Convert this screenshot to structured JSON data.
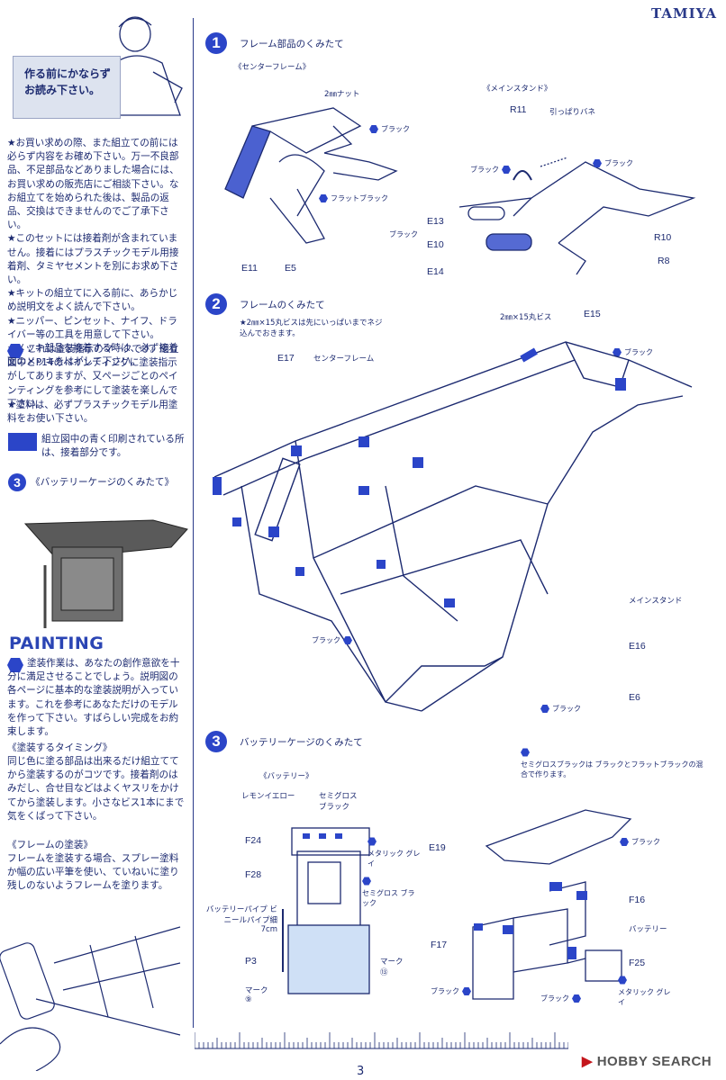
{
  "brand": "TAMIYA",
  "page_number": "3",
  "sidebar": {
    "notice_title": "作る前にかならずお読み下さい。",
    "notices": [
      "★お買い求めの際、また組立ての前には必らず内容をお確め下さい。万一不良部品、不足部品などありました場合には、お買い求めの販売店にご相談下さい。なお組立てを始められた後は、製品の返品、交換はできませんのでご了承下さい。",
      "★このセットには接着剤が含まれていません。接着にはプラスチックモデル用接着剤、タミヤセメントを別にお求め下さい。",
      "★キットの組立てに入る前に、あらかじめ説明文をよく読んで下さい。",
      "★ニッパー、ピンセット、ナイフ、ドライバー等の工具を用意して下さい。",
      "★メッキ部品を接着する時は、必ず接着面のメッキをはがして下さい。"
    ],
    "paint_mark_note": "これは塗装指示のマークです。組立図中とP14のペインティングに塗装指示がしてありますが、又ページごとのペインティングを参考にして塗装を楽しんで下さい。",
    "paint_note": "★塗料は、必ずプラスチックモデル用塗料をお使い下さい。",
    "blue_note": "組立図中の青く印刷されている所は、接着部分です。",
    "step3_mini_title": "《バッテリーケージのくみたて》",
    "painting_heading": "PAINTING",
    "painting_intro": "塗装作業は、あなたの創作意欲を十分に満足させることでしょう。説明図の各ページに基本的な塗装説明が入っています。これを参考にあなただけのモデルを作って下さい。すばらしい完成をお約束します。",
    "timing_title": "《塗装するタイミング》",
    "timing_text": "同じ色に塗る部品は出来るだけ組立ててから塗装するのがコツです。接着剤のはみだし、合せ目などはよくヤスリをかけてから塗装します。小さなビス1本にまで気をくばって下さい。",
    "frame_title": "《フレームの塗装》",
    "frame_text": "フレームを塗装する場合、スプレー塗料か幅の広い平筆を使い、ていねいに塗り残しのないようフレームを塗ります。"
  },
  "steps": [
    {
      "number": "1",
      "title": "フレーム部品のくみたて",
      "sub_center": "《センターフレーム》",
      "sub_stand": "《メインスタンド》",
      "labels": {
        "nut": "2㎜ナット",
        "black": "ブラック",
        "flat_black": "フラットブラック",
        "e11": "E11",
        "e5": "E5",
        "r11": "R11",
        "spring": "引っぱりバネ",
        "e13": "E13",
        "e10": "E10",
        "e14": "E14",
        "r10": "R10",
        "r8": "R8"
      }
    },
    {
      "number": "2",
      "title": "フレームのくみたて",
      "note": "★2㎜×15丸ビスは先にいっぱいまでネジ込んでおきます。",
      "labels": {
        "screw": "2㎜×15丸ビス",
        "e15": "E15",
        "e17": "E17",
        "center_frame": "センターフレーム",
        "black": "ブラック",
        "main_stand": "メインスタンド",
        "e16": "E16",
        "e6": "E6"
      }
    },
    {
      "number": "3",
      "title": "バッテリーケージのくみたて",
      "semigloss_note": "セミグロスブラックは ブラックとフラットブラックの混合で作ります。",
      "sub_battery": "《バッテリー》",
      "labels": {
        "lemon_yellow": "レモンイエロー",
        "semigloss_black": "セミグロス ブラック",
        "metallic_gray": "メタリック グレイ",
        "f24": "F24",
        "f28": "F28",
        "pipe": "バッテリーパイプ ビニールパイプ細 7cm",
        "p3": "P3",
        "mark9": "マーク ⑨",
        "mark13": "マーク ⑬",
        "e19": "E19",
        "f16": "F16",
        "battery": "バッテリー",
        "f17": "F17",
        "f25": "F25",
        "black": "ブラック"
      }
    }
  ],
  "watermark": {
    "brand": "HOBBY SEARCH"
  }
}
